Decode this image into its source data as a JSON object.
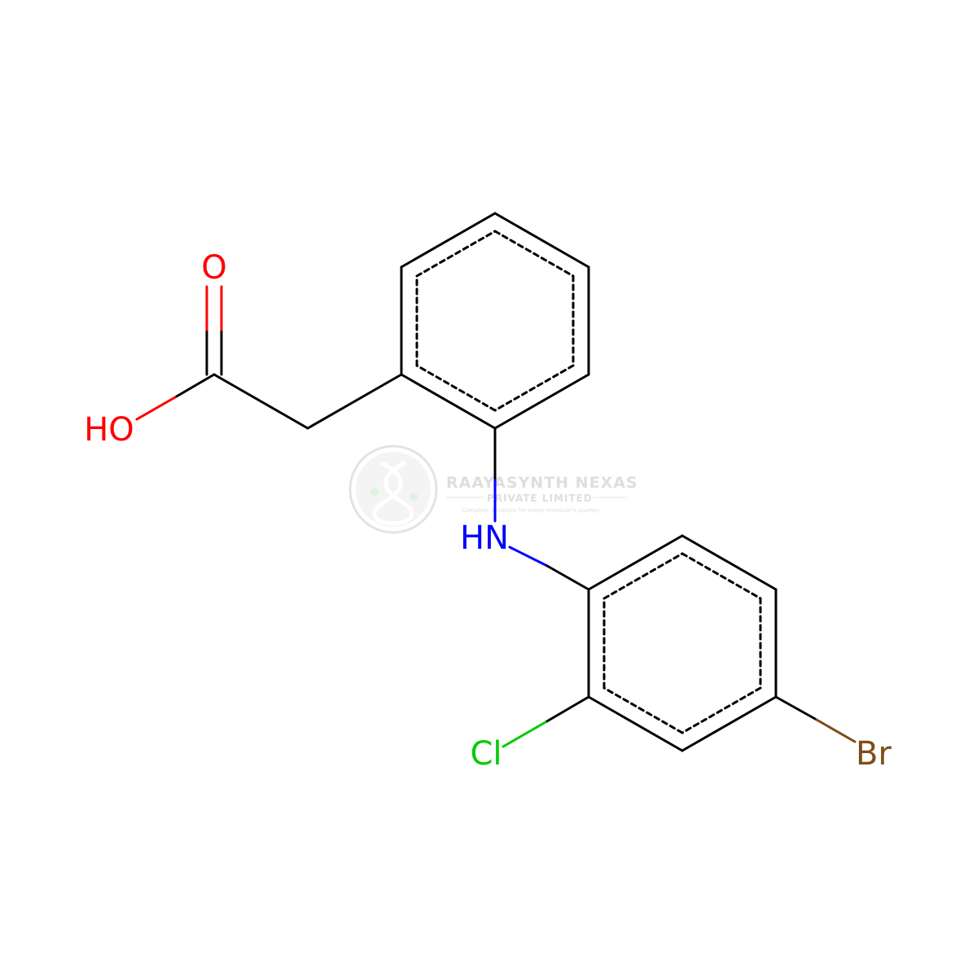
{
  "molecule": {
    "atom_labels": {
      "oxygen_carbonyl": "O",
      "hydroxyl": "HO",
      "amine": "HN",
      "chlorine": "Cl",
      "bromine": "Br"
    },
    "colors": {
      "bond": "#000000",
      "oxygen": "#ff0000",
      "nitrogen": "#0000ff",
      "chlorine": "#00cc00",
      "bromine": "#7f4c19"
    }
  },
  "watermark": {
    "company": "RAAYASYNTH NEXAS",
    "subtitle": "PRIVATE LIMITED",
    "tagline": "Complete solutions for every molecule's journey",
    "color": "#9e9e9e",
    "logo": "dna-helix-logo-icon"
  }
}
